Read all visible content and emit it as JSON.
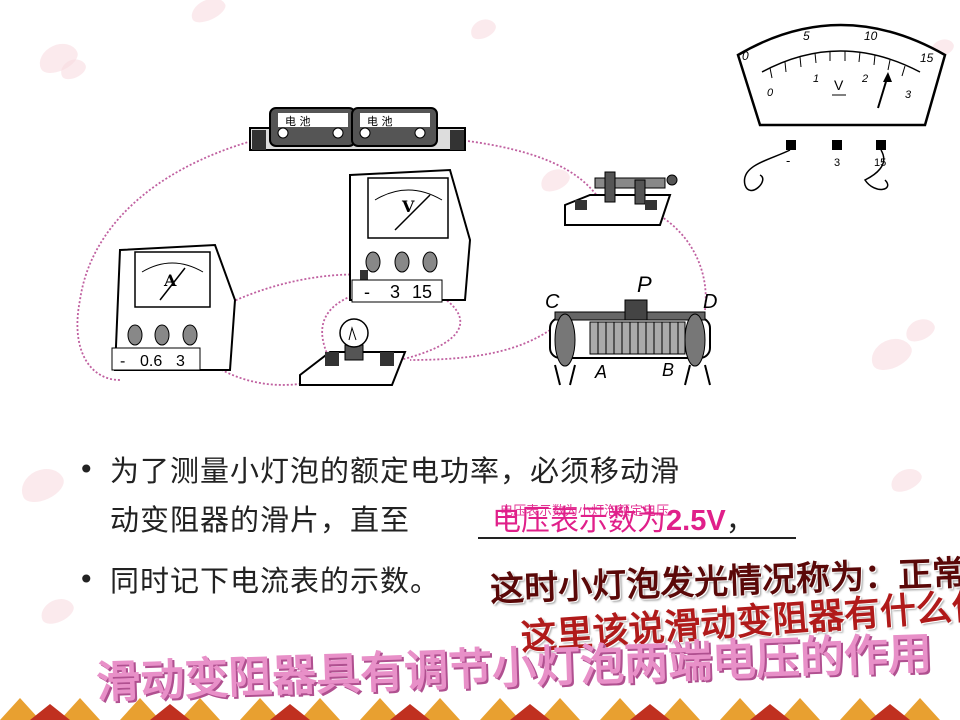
{
  "diagram": {
    "battery_label": "电 池",
    "voltmeter_symbol": "V",
    "voltmeter_terminals": [
      "-",
      "3",
      "15"
    ],
    "ammeter_symbol": "A",
    "ammeter_terminals": [
      "-",
      "0.6",
      "3"
    ],
    "rheostat_labels": {
      "p": "P",
      "c": "C",
      "d": "D",
      "a": "A",
      "b": "B"
    },
    "dial_scale_top": [
      "0",
      "5",
      "10",
      "15"
    ],
    "dial_scale_bottom": [
      "0",
      "1",
      "2",
      "3"
    ],
    "dial_symbol": "V",
    "dial_terminals": [
      "-",
      "3",
      "15"
    ]
  },
  "text": {
    "bullet": "•",
    "line1": "为了测量小灯泡的额定电功率，必须移动滑",
    "line2": "动变阻器的滑片，直至",
    "answer_cn": "电压表示数为",
    "answer_val": "2.5V",
    "comma": "，",
    "line3": "同时记下电流表的示数。",
    "small_hint": "电压表示数为小灯泡额定电压",
    "big1": "这时小灯泡发光情况称为：正常发光。",
    "big2": "这里该说滑动变阻器有什么作用？",
    "big3": "滑动变阻器具有调节小灯泡两端电压的作用"
  }
}
